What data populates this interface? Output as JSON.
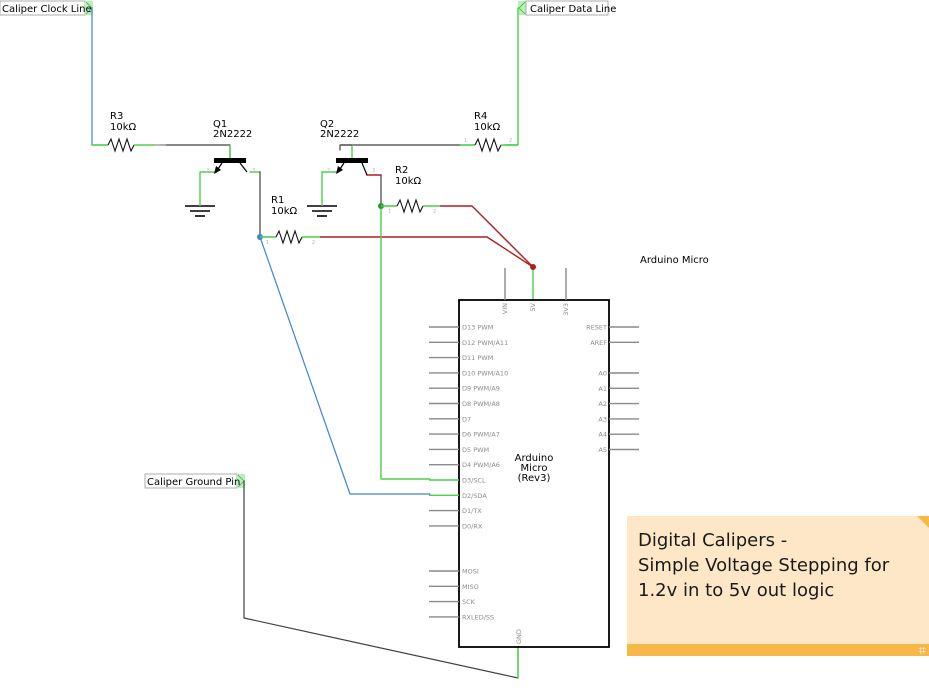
{
  "net_labels": {
    "clock": "Caliper Clock Line",
    "data": "Caliper Data Line",
    "ground": "Caliper Ground Pin"
  },
  "components": {
    "R1": {
      "ref": "R1",
      "value": "10kΩ"
    },
    "R2": {
      "ref": "R2",
      "value": "10kΩ"
    },
    "R3": {
      "ref": "R3",
      "value": "10kΩ"
    },
    "R4": {
      "ref": "R4",
      "value": "10kΩ"
    },
    "Q1": {
      "ref": "Q1",
      "value": "2N2222"
    },
    "Q2": {
      "ref": "Q2",
      "value": "2N2222"
    }
  },
  "arduino": {
    "title": "Arduino Micro",
    "body_line1": "Arduino",
    "body_line2": "Micro",
    "body_line3": "(Rev3)",
    "top_pins": [
      "VIN",
      "5V",
      "3V3"
    ],
    "left_pins": [
      "D13 PWM",
      "D12 PWM/A11",
      "D11 PWM",
      "D10 PWM/A10",
      "D9 PWM/A9",
      "D8 PWM/A8",
      "D7",
      "D6 PWM/A7",
      "D5 PWM",
      "D4 PWM/A6",
      "D3/SCL",
      "D2/SDA",
      "D1/TX",
      "D0/RX"
    ],
    "left_pins_lower": [
      "MOSI",
      "MISO",
      "SCK",
      "RXLED/SS"
    ],
    "right_pins_upper": [
      "RESET",
      "AREF"
    ],
    "right_pins_lower": [
      "A0",
      "A1",
      "A2",
      "A3",
      "A4",
      "A5"
    ],
    "bottom_pins": [
      "GND"
    ]
  },
  "pin_numbers": {
    "one": "1",
    "two": "2",
    "three": "3"
  },
  "note": {
    "text": "Digital Calipers -\nSimple Voltage Stepping for\n1.2v in to 5v out logic"
  },
  "colors": {
    "wire_dark": "#404040",
    "wire_green": "#4bd14b",
    "wire_red": "#b01e1e",
    "wire_blue": "#3f84d1",
    "note_bg": "#fde7c6",
    "note_accent": "#f7b84a"
  }
}
